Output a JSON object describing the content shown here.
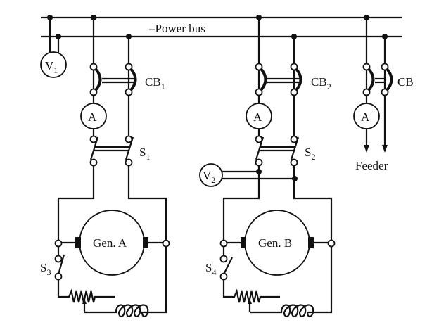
{
  "labels": {
    "power_bus": "–Power bus",
    "v1": {
      "base": "V",
      "sub": "1"
    },
    "v2": {
      "base": "V",
      "sub": "2"
    },
    "cb1": {
      "base": "CB",
      "sub": "1"
    },
    "cb2": {
      "base": "CB",
      "sub": "2"
    },
    "cb_feeder": "CB",
    "s1": {
      "base": "S",
      "sub": "1"
    },
    "s2": {
      "base": "S",
      "sub": "2"
    },
    "s3": {
      "base": "S",
      "sub": "3"
    },
    "s4": {
      "base": "S",
      "sub": "4"
    },
    "ammeter": "A",
    "gen_a": "Gen. A",
    "gen_b": "Gen. B",
    "feeder": "Feeder"
  }
}
